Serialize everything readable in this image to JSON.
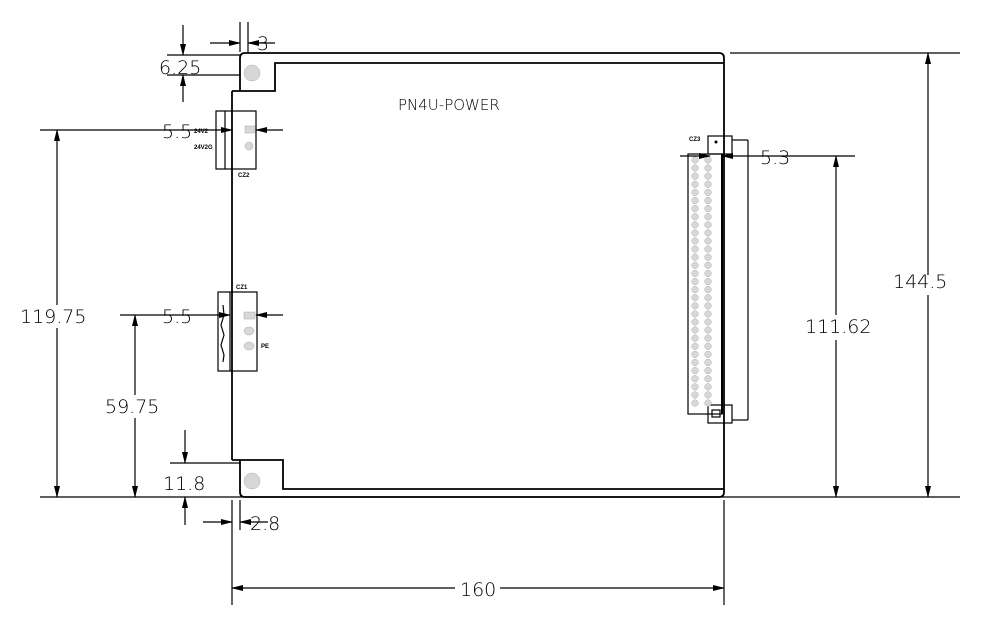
{
  "title": "PN4U-POWER",
  "connectors": {
    "cz1": {
      "label": "CZ1",
      "pin_label": "PE"
    },
    "cz2": {
      "label": "CZ2",
      "pin1": "24V2",
      "pin2": "24V2G"
    },
    "cz3": {
      "label": "CZ3"
    }
  },
  "dimensions": {
    "top_offset": "3",
    "tab_height": "6.25",
    "cz2_offset": "5.5",
    "cz1_offset": "5.5",
    "cz3_offset": "5.3",
    "height_total": "144.5",
    "cz3_height": "111.62",
    "cz2_height": "119.75",
    "cz1_height": "59.75",
    "bottom_tab": "11.8",
    "bottom_offset": "2.8",
    "width": "160"
  }
}
